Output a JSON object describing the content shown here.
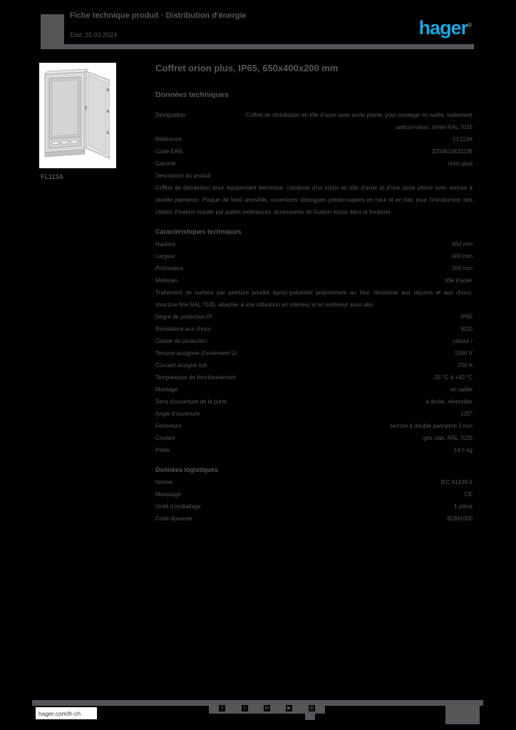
{
  "header": {
    "doc_title": "Fiche technique produit · Distribution d'énergie",
    "doc_subtitle": "Etat: 25.03.2024",
    "brand": "hager",
    "brand_mark": "®"
  },
  "product": {
    "image_caption": "FL113A",
    "title": "Coffret orion plus, IP65, 650x400x200 mm",
    "section_intro": "Données techniques",
    "image_description": "wall-mounted-steel-enclosure-with-open-door"
  },
  "specs": {
    "items": [
      {
        "type": "row",
        "label": "Désignation",
        "value": "Coffret de distribution en tôle d'acier avec porte pleine, pour montage en saillie, traitement anticorrosion, teinte RAL 7035"
      },
      {
        "type": "row",
        "label": "Référence",
        "value": "FL113A"
      },
      {
        "type": "row",
        "label": "Code EAN",
        "value": "3250613431136"
      },
      {
        "type": "row",
        "label": "Gamme",
        "value": "orion plus"
      },
      {
        "type": "row",
        "label": "Description du produit",
        "value": ""
      },
      {
        "type": "paragraph",
        "text": "Coffret de distribution pour équipement électrique, composé d'un corps en tôle d'acier et d'une porte pleine avec serrure à double panneton. Plaque de fond amovible, ouvertures oblongues prédécoupées en haut et en bas pour l'introduction des câbles. Fixation murale par pattes extérieures, accessoires de fixation inclus dans la livraison."
      },
      {
        "type": "heading",
        "label": "Caractéristiques techniques"
      },
      {
        "type": "row",
        "label": "Hauteur",
        "value": "650 mm"
      },
      {
        "type": "row",
        "label": "Largeur",
        "value": "400 mm"
      },
      {
        "type": "row",
        "label": "Profondeur",
        "value": "200 mm"
      },
      {
        "type": "row",
        "label": "Matériau",
        "value": "tôle d'acier"
      },
      {
        "type": "paragraph",
        "text": "Traitement de surface par peinture poudre époxy-polyester polymérisée au four, résistante aux rayures et aux chocs, structure fine RAL 7035, adaptée à une utilisation en intérieur et en extérieur sous abri."
      },
      {
        "type": "row",
        "label": "Degré de protection IP",
        "value": "IP65"
      },
      {
        "type": "row",
        "label": "Résistance aux chocs",
        "value": "IK10"
      },
      {
        "type": "row",
        "label": "Classe de protection",
        "value": "classe I"
      },
      {
        "type": "row",
        "label": "Tension assignée d'isolement Ui",
        "value": "1000 V"
      },
      {
        "type": "row",
        "label": "Courant assigné InA",
        "value": "250 A"
      },
      {
        "type": "row",
        "label": "Température de fonctionnement",
        "value": "-25 °C à +40 °C"
      },
      {
        "type": "row",
        "label": "Montage",
        "value": "en saillie"
      },
      {
        "type": "row",
        "label": "Sens d'ouverture de la porte",
        "value": "à droite, réversible"
      },
      {
        "type": "row",
        "label": "Angle d'ouverture",
        "value": "120°"
      },
      {
        "type": "row",
        "label": "Fermeture",
        "value": "serrure à double panneton 3 mm"
      },
      {
        "type": "row",
        "label": "Couleur",
        "value": "gris clair, RAL 7035"
      },
      {
        "type": "row",
        "label": "Poids",
        "value": "14,5 kg"
      },
      {
        "type": "heading",
        "label": "Données logistiques"
      },
      {
        "type": "row",
        "label": "Norme",
        "value": "IEC 61439-2"
      },
      {
        "type": "row",
        "label": "Marquage",
        "value": "CE"
      },
      {
        "type": "row",
        "label": "Unité d'emballage",
        "value": "1 pièce"
      },
      {
        "type": "row",
        "label": "Code douanier",
        "value": "85381000"
      }
    ]
  },
  "footer": {
    "link": "hager.com/fr-ch",
    "social_icons": [
      {
        "name": "facebook-icon",
        "glyph": "f"
      },
      {
        "name": "twitter-icon",
        "glyph": "t"
      },
      {
        "name": "linkedin-icon",
        "glyph": "in"
      },
      {
        "name": "youtube-icon",
        "glyph": "▶"
      },
      {
        "name": "instagram-icon",
        "glyph": "◎"
      }
    ]
  },
  "colors": {
    "text_gray": "#55565a",
    "brand_blue": "#1ca5de",
    "background": "#000000",
    "image_background": "#ffffff"
  }
}
